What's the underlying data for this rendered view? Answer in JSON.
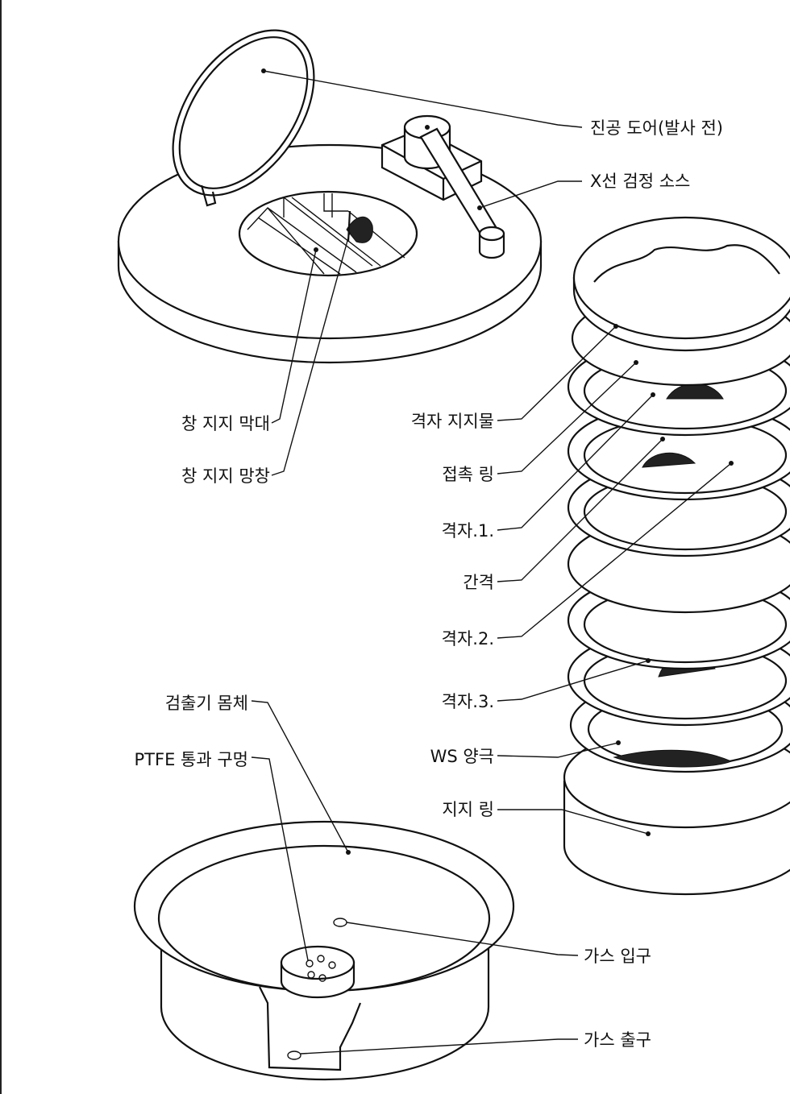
{
  "labels": {
    "vacuum_door": "진공 도어(발사 전)",
    "xray_source": "X선 검정 소스",
    "window_support_bar": "창 지지 막대",
    "window_support_mesh": "창 지지 망창",
    "grid_support": "격자 지지물",
    "contact_ring": "접촉 링",
    "grid_1": "격자.1.",
    "spacer": "간격",
    "grid_2": "격자.2.",
    "grid_3": "격자.3.",
    "ws_anode": "WS 양극",
    "support_ring": "지지 링",
    "detector_body": "검출기 몸체",
    "ptfe_feedthrough": "PTFE 통과 구멍",
    "gas_inlet": "가스 입구",
    "gas_outlet": "가스 출구"
  }
}
